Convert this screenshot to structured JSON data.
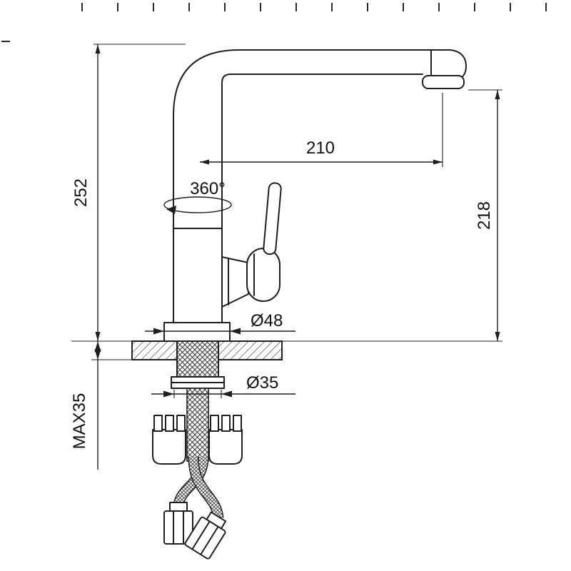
{
  "drawing": {
    "kind": "faucet-technical-drawing"
  },
  "labels": {
    "height_total": "252",
    "reach": "210",
    "outlet_height": "218",
    "swivel": "360°",
    "base_dia": "Ø48",
    "hole_dia": "Ø35",
    "deck_max": "MAX35"
  },
  "colors": {
    "line": "#1f1f1f",
    "background": "#ffffff"
  }
}
